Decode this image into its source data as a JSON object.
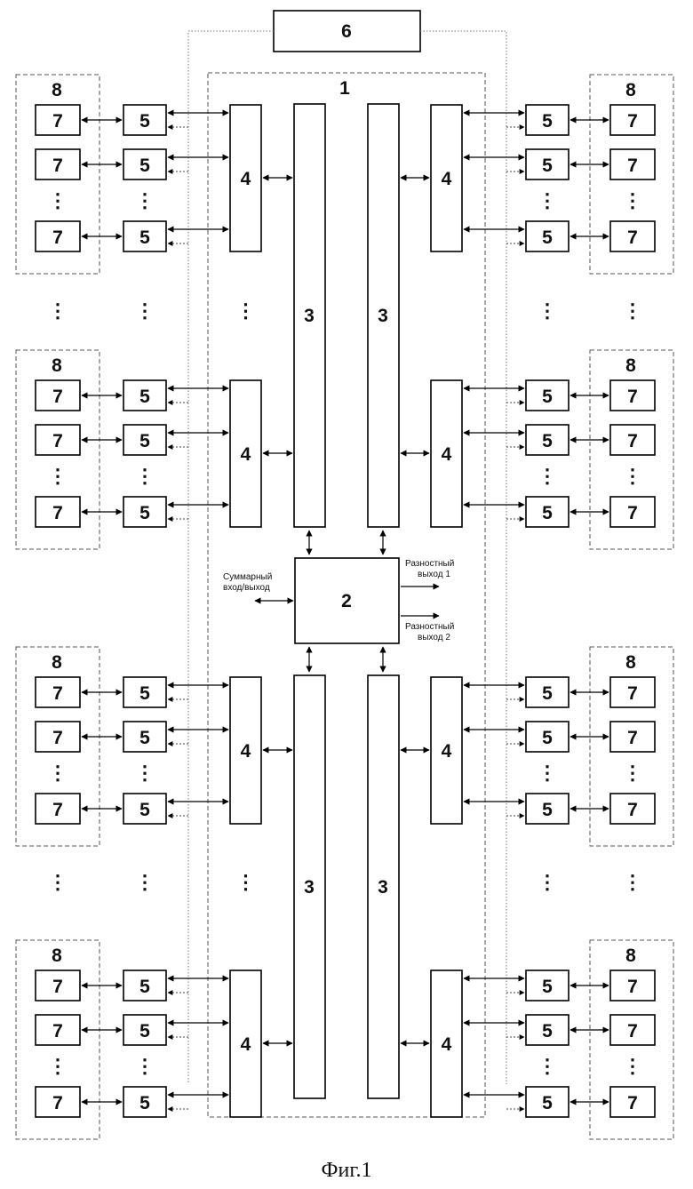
{
  "blocks": {
    "b1": "1",
    "b2": "2",
    "b3": "3",
    "b4": "4",
    "b5": "5",
    "b6": "6",
    "b7": "7",
    "b8": "8"
  },
  "labels": {
    "sum_line1": "Суммарный",
    "sum_line2": "вход/выход",
    "diff1_line1": "Разностный",
    "diff1_line2": "выход 1",
    "diff2_line1": "Разностный",
    "diff2_line2": "выход 2"
  },
  "ellipsis": "⋮",
  "caption": "Фиг.1"
}
